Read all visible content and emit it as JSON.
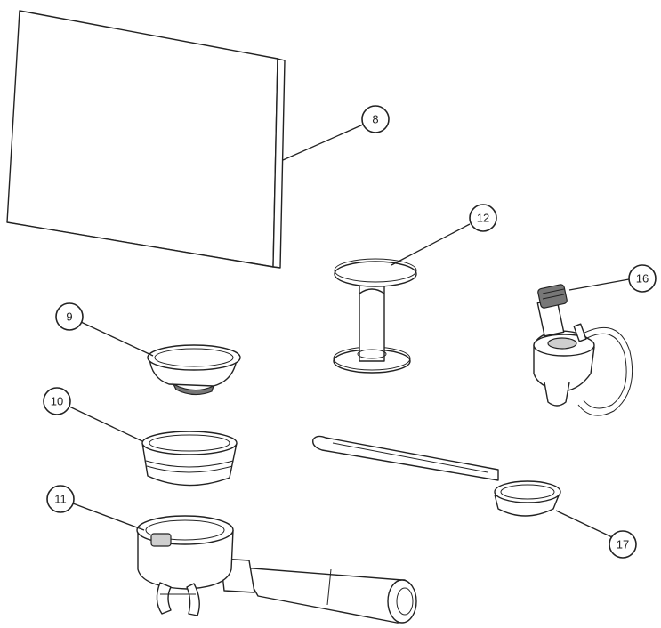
{
  "callouts": [
    {
      "id": "8"
    },
    {
      "id": "12"
    },
    {
      "id": "16"
    },
    {
      "id": "9"
    },
    {
      "id": "10"
    },
    {
      "id": "11"
    },
    {
      "id": "17"
    }
  ],
  "parts": [
    {
      "name": "drip-tray-plate"
    },
    {
      "name": "tamper"
    },
    {
      "name": "steam-valve-assembly"
    },
    {
      "name": "single-filter-basket"
    },
    {
      "name": "double-filter-basket"
    },
    {
      "name": "portafilter"
    },
    {
      "name": "measuring-spoon"
    }
  ]
}
